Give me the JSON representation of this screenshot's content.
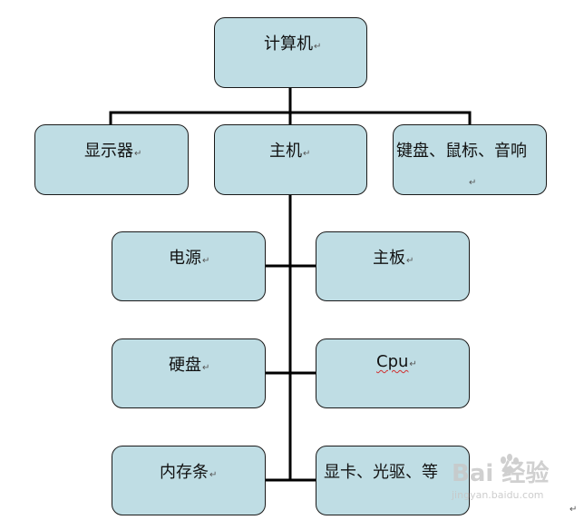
{
  "nodes": {
    "computer": "计算机",
    "monitor": "显示器",
    "host": "主机",
    "peripherals": "键盘、鼠标、音响",
    "power": "电源",
    "motherboard": "主板",
    "harddisk": "硬盘",
    "cpu": "Cpu",
    "memory": "内存条",
    "gpu": "显卡、光驱、等"
  },
  "paragraph_mark": "↵",
  "watermark": {
    "main": "Bai 经验",
    "sub": "jingyan.baidu.com"
  },
  "colors": {
    "box_fill": "#bfdde4",
    "border": "#1a1a1a"
  }
}
